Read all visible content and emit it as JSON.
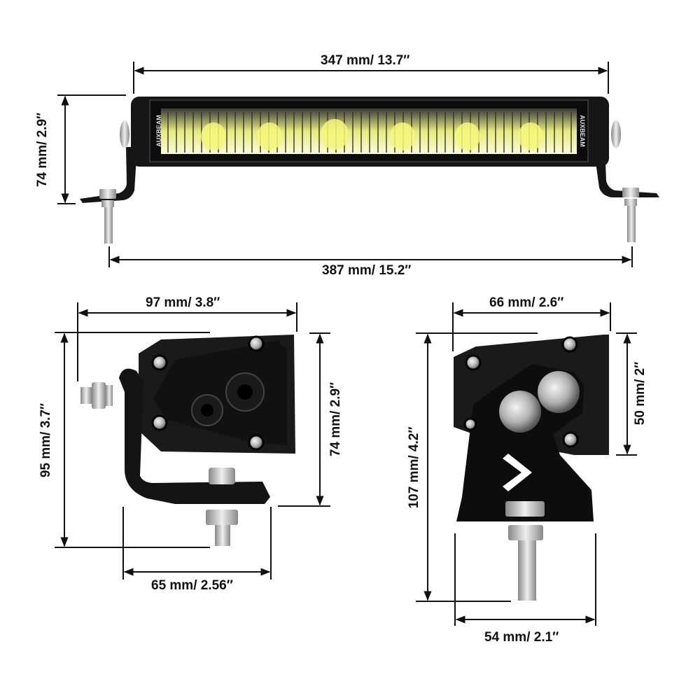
{
  "brand": "AUXBEAM",
  "colors": {
    "line": "#111111",
    "housing": "#141414",
    "lens": "#2a2a2a",
    "led_glow": "#f2f27a",
    "metal": "#bdbdbd",
    "background": "#ffffff"
  },
  "front_view": {
    "width_body": "347 mm/ 13.7″",
    "width_overall": "387 mm/ 15.2″",
    "height": "74 mm/ 2.9″"
  },
  "side_view": {
    "depth": "97 mm/ 3.8″",
    "total_height": "95 mm/ 3.7″",
    "housing_height": "74 mm/ 2.9″",
    "bracket_width": "65 mm/ 2.56″"
  },
  "end_view": {
    "width": "66 mm/ 2.6″",
    "total_height": "107 mm/ 4.2″",
    "housing_height": "50 mm/ 2″",
    "base_width": "54 mm/ 2.1″"
  }
}
